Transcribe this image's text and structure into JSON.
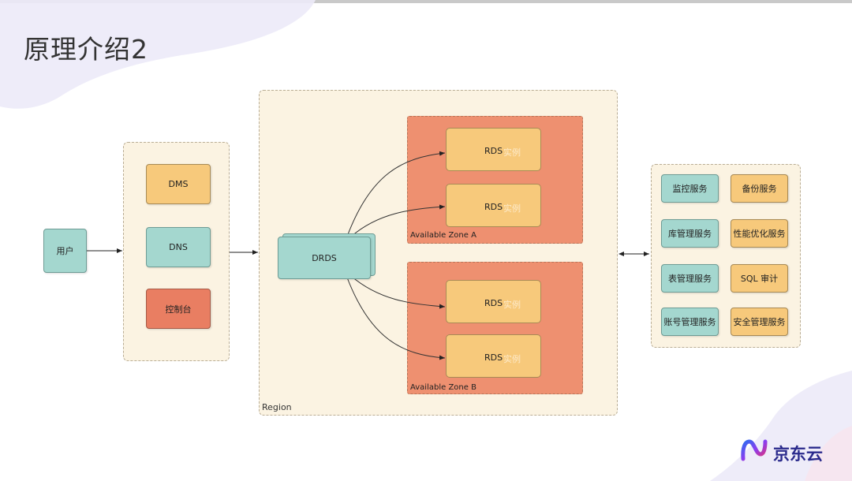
{
  "slide": {
    "title": "原理介绍2"
  },
  "colors": {
    "panel": "#fbf3e2",
    "zone": "#ee9070",
    "yellow": "#f7c97b",
    "teal": "#a4d7cf",
    "red": "#e97e62",
    "logo": "#2a2a8c"
  },
  "user": {
    "label": "用户"
  },
  "access": {
    "dms": "DMS",
    "dns": "DNS",
    "console": "控制台"
  },
  "region": {
    "label": "Region",
    "drds": "DRDS",
    "zone_a": {
      "label": "Available Zone A",
      "instances": [
        {
          "label": "RDS",
          "watermark": "实例"
        },
        {
          "label": "RDS",
          "watermark": "实例"
        }
      ]
    },
    "zone_b": {
      "label": "Available Zone B",
      "instances": [
        {
          "label": "RDS",
          "watermark": "实例"
        },
        {
          "label": "RDS",
          "watermark": "实例"
        }
      ]
    }
  },
  "services": {
    "monitor": "监控服务",
    "backup": "备份服务",
    "db_manage": "库管理服务",
    "perf": "性能优化服务",
    "table_manage": "表管理服务",
    "sql_audit": "SQL 审计",
    "account_manage": "账号管理服务",
    "security_manage": "安全管理服务"
  },
  "brand": {
    "name": "京东云",
    "icon": "jdcloud-logo-icon"
  }
}
